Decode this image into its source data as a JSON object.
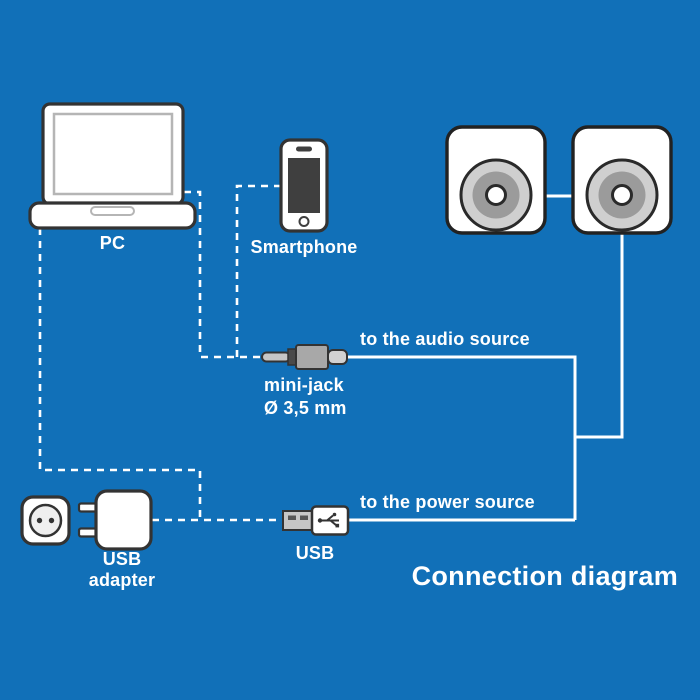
{
  "labels": {
    "pc": "PC",
    "smartphone": "Smartphone",
    "mini_jack_1": "mini-jack",
    "mini_jack_2": "Ø 3,5 mm",
    "audio": "to the audio source",
    "power": "to the power source",
    "usb": "USB",
    "adapter_1": "USB",
    "adapter_2": "adapter",
    "title": "Connection diagram"
  },
  "colors": {
    "background": "#1170b8",
    "cable": "#ffffff",
    "outline": "#333333",
    "metal_gray": "#c6c6c6",
    "speaker_outer_gray": "#cfcfcf",
    "speaker_mid_gray": "#9b9b9b",
    "phone_screen_dark": "#3f3f3f"
  },
  "icons": [
    "laptop-icon",
    "smartphone-icon",
    "speaker-left-icon",
    "speaker-right-icon",
    "mini-jack-icon",
    "usb-plug-icon",
    "power-socket-icon",
    "usb-adapter-icon"
  ]
}
